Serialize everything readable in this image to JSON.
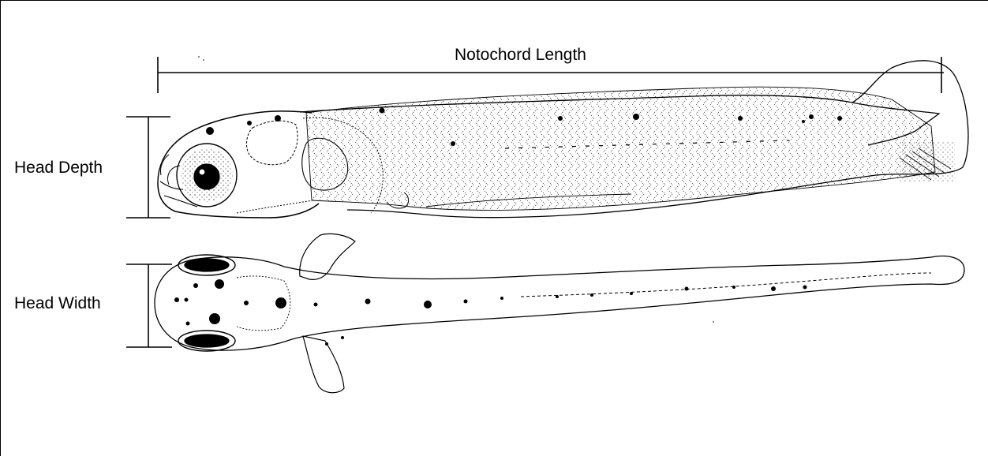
{
  "labels": {
    "notochord_length": "Notochord Length",
    "head_depth": "Head Depth",
    "head_width": "Head Width"
  },
  "colors": {
    "ink": "#000000",
    "background": "#ffffff"
  }
}
